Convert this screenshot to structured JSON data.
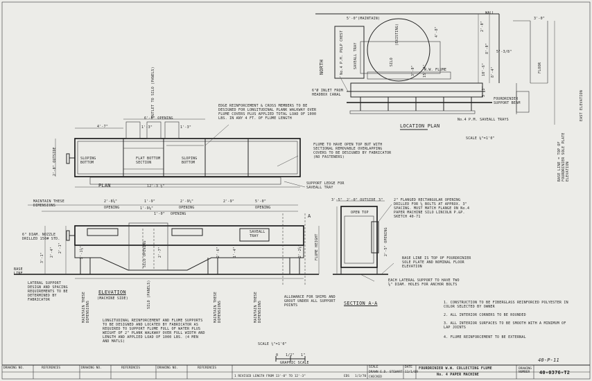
{
  "location_plan": {
    "dim_maintain": "5'-0\"(MAINTAIN)",
    "wall": "WALL",
    "north": "NORTH",
    "pulp_chest": "No.4 P.M. PULP CHEST",
    "saveall_tray": "SAVEALL TRAY",
    "silo": "SILO",
    "silo_sub": "(EXISTING)",
    "dim_4_8": "4'-8\"",
    "dim_2_0": "2'-0\"",
    "dim_8_0": "8'-0\"",
    "dim_5_3_8": "5'-3/8\"",
    "dim_3_0_left": "3'-0\"",
    "dim_3_0_right": "3'-0\"",
    "dim_15_4": "15'-4\"",
    "dim_10_6": "10'-6\"",
    "dim_8_4": "8'-4\"",
    "dim_3_2": "3'-2\"",
    "floor": "FLOOR",
    "flume_label": "W.W. FLUME",
    "inlet": "6\"Ø INLET FROM HEADBOX CANAL",
    "fourdrinier": "FOURDRINIER SUPPORT BEAM",
    "saveall_trays": "No.4 P.M. SAVEALL TRAYS",
    "title": "LOCATION PLAN",
    "scale": "SCALE ⅛\"=1'0\"",
    "east_elev": "EAST ELEVATION",
    "baseline_note": "BASE LINE = TOP OF FOURDRINIER SOLE PLATE ELEVATION"
  },
  "plan": {
    "title": "PLAN",
    "outlet": "OUTLET TO SILO (PANELS)",
    "dim_6_6_opening": "6'-6\" OPENING",
    "dim_4_7": "4'-7\"",
    "dim_1_3": "1'-3\"",
    "dim_1_3b": "1'-3\"",
    "sloping_bottom_1": "SLOPING BOTTOM",
    "flat_bottom": "FLAT BOTTOM SECTION",
    "sloping_bottom_2": "SLOPING BOTTOM",
    "outside_dim": "2'-0\" OUTSIDE",
    "overall": "12'-3 ½\"",
    "edge_note": "EDGE REINFORCEMENT & CROSS MEMBERS TO BE DESIGNED FOR LONGITUDINAL PLANK WALKWAY OVER FLUME COVERS PLUS APPLIED TOTAL LOAD OF 1000 LBS. IN ANY 4 FT. OF FLUME LENGTH",
    "flume_open_note": "FLUME TO HAVE OPEN TOP BUT WITH SECTIONAL REMOVABLE OVERLAPPING COVERS TO BE DESIGNED BY FABRICATOR (NO FASTENERS)",
    "support_ledge": "SUPPORT LEDGE FOR SAVEALL TRAY"
  },
  "elevation": {
    "maintain_dims": "MAINTAIN THESE DIMENSIONS",
    "dim_2_8": "2'-8⅝\"",
    "dim_1_9": "1'-9\"",
    "dim_2_9": "2'-9¼\"",
    "dim_2_9b": "2'-9\"",
    "dim_5_0": "5'-0\"",
    "opening_1": "OPENING",
    "opening_2": "OPENING",
    "opening_3": "OPENING",
    "opening_4": "OPENING",
    "dim_1_9b": "1'-9⅛\"",
    "dim_1_0": "1'-0\"",
    "nozzle": "6\" DIAM. NOZZLE DRILLED 150# STD.",
    "dim_3_1": "3'-1\"",
    "dim_2_4": "2'-4\"",
    "dim_2_1": "2'-1\"",
    "dim_2_1b": "2'-1⅝\"",
    "dim_2_7": "2'-7\"",
    "dim_2_6": "2'-6\"",
    "dim_1_4": "1'-4\"",
    "dim_2_2": "2'-2⅝\"",
    "silo_opening": "SILO OPENING",
    "flume_height": "FLUME HEIGHT",
    "saveall": "SAVEALL TRAY",
    "base_line": "BASE LINE",
    "lateral_note": "LATERAL SUPPORT DESIGN AND SPACING REQUIREMENTS TO BE DETERMINED BY FABRICATOR",
    "maintain_1": "MAINTAIN THESE DIMENSIONS",
    "maintain_2": "MAINTAIN THESE DIMENSIONS",
    "maintain_3": "MAINTAIN THESE DIMENSIONS",
    "title": "ELEVATION",
    "subtitle": "(MACHINE SIDE)",
    "silo_panel": "SILO (PANELS)",
    "allowance": "ALLOWANCE FOR SHIMS AND GROUT UNDER ALL SUPPORT POINTS",
    "long_note": "LONGITUDINAL REINFORCEMENT AND FLUME SUPPORTS TO BE DESIGNED AND LOCATED BY FABRICATOR AS REQUIRED TO SUPPORT FLUME FULL OF WATER PLUS WEIGHT OF 2\" PLANK WALKWAY OVER FULL WIDTH AND LENGTH AND APPLIED LOAD OF 1000 LBS. (4 MEN AND MATLS)",
    "scale": "SCALE ¼\"=1'0\"",
    "graphic_scale": "GRAPHIC SCALE",
    "gs_0": "0",
    "gs_1": "1/2\"",
    "gs_2": "1\"",
    "section_mark": "A"
  },
  "section": {
    "title": "SECTION A-A",
    "dim_3_5": "3'-5\"",
    "dim_2_0_outside": "2'-0\" OUTSIDE",
    "dim_3b": "3\"",
    "open_top": "OPEN TOP",
    "opening": "2'-5\" OPENING",
    "flange_note": "2\" FLANGED RECTANGULAR OPENING DRILLED FOR ⅝ BOLTS AT APPROX. 3\" SPACING. MUST MATCH FLANGE ON No.4 PAPER MACHINE SILO LINCOLN P.&P. SKETCH 40-71",
    "baseline_note": "BASE LINE IS TOP OF FOURDRINIER SOLE PLATE AND NOMINAL FLOOR ELEVATION",
    "each_lateral": "EACH LATERAL SUPPORT TO HAVE TWO ⅝\" DIAM. HOLES FOR ANCHOR BOLTS"
  },
  "notes": [
    "1.   CONSTRUCTION TO BE FIBERGLASS REINFORCED POLYESTER IN COLOR SELECTED BY OWNER",
    "2.   ALL INTERIOR CORNERS TO BE ROUNDED",
    "3.   ALL INTERIOR SURFACES TO BE SMOOTH WITH A MINIMUM OF LAP JOINTS",
    "4.   FLUME REINFORCEMENT TO BE EXTERNAL"
  ],
  "stamp": "40-P-11",
  "title_block": {
    "drawing_no_1": "DRAWING NO.",
    "references_1": "REFERENCES",
    "drawing_no_2": "DRAWING NO.",
    "references_2": "REFERENCES",
    "drawing_no_3": "DRAWING NO.",
    "references_3": "REFERENCES",
    "revision": "1  REVISED LENGTH FROM 13'-0\" TO 12'-3\"",
    "rev_by": "EDS",
    "rev_date": "1/3/70",
    "scale_label": "SCALE",
    "drawn_label": "DRAWN E.D. STEWART",
    "checked_label": "CHECKED",
    "date_label": "DATE",
    "date_value": "11/1/69",
    "title_line1": "FOURDRINIER W.W. COLLECTING FLUME",
    "title_line2": "No. 4 PAPER MACHINE",
    "drawing_number_label": "DRAWING NUMBER",
    "drawing_number": "40-0376-T2"
  }
}
